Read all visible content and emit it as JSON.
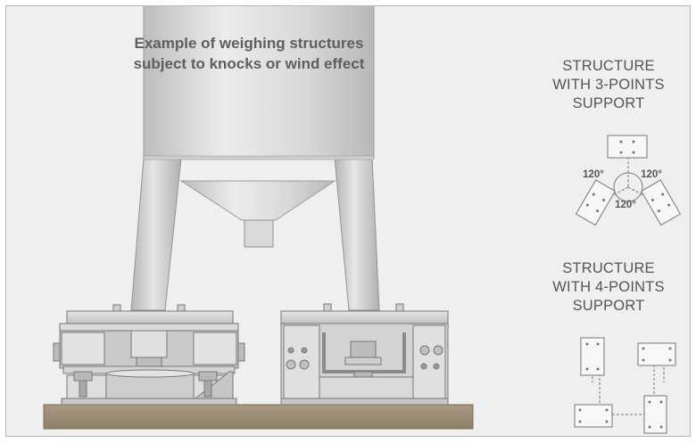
{
  "title": {
    "line1": "Example of weighing structures",
    "line2": "subject to knocks or wind effect"
  },
  "structure_3": {
    "line1": "STRUCTURE",
    "line2": "WITH 3-POINTS",
    "line3": "SUPPORT",
    "angles": [
      "120°",
      "120°",
      "120°"
    ]
  },
  "structure_4": {
    "line1": "STRUCTURE",
    "line2": "WITH 4-POINTS",
    "line3": "SUPPORT"
  },
  "colors": {
    "background": "#efefef",
    "metal": "#d2d2d2",
    "metal_dark": "#8c8c8c",
    "ground": "#9c8c74",
    "text": "#5e5e5e"
  }
}
